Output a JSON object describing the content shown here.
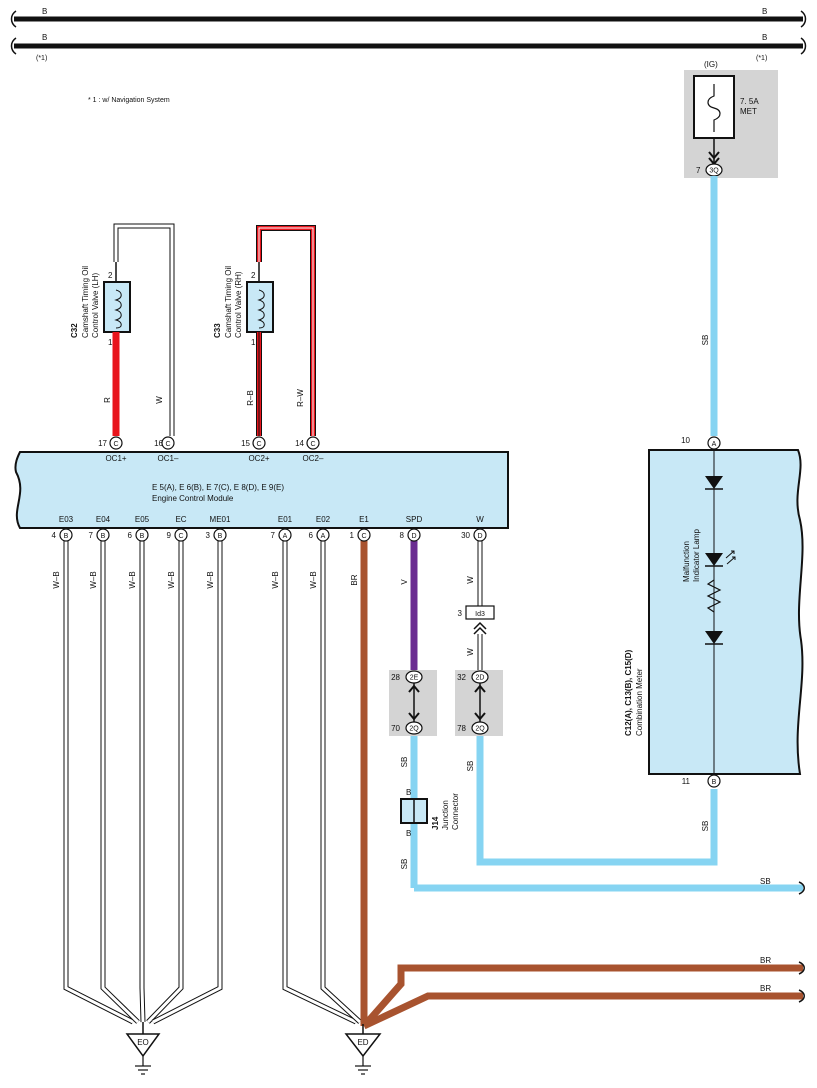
{
  "power": {
    "bus_label": "B",
    "note_mark": "(*1)",
    "note": "* 1 : w/ Navigation System"
  },
  "fuse": {
    "supply": "(IG)",
    "rating": "7. 5A",
    "name": "MET",
    "pin": "7",
    "connector": "3Q"
  },
  "valves": [
    {
      "code": "C32",
      "name_line1": "Camshaft Timing Oil",
      "name_line2": "Control Valve (LH)",
      "pin_top": "2",
      "pin_bottom": "1",
      "wire_left": "R",
      "wire_right": "W"
    },
    {
      "code": "C33",
      "name_line1": "Camshaft Timing Oil",
      "name_line2": "Control Valve (RH)",
      "pin_top": "2",
      "pin_bottom": "1",
      "wire_left": "R–B",
      "wire_right": "R–W"
    }
  ],
  "ecm": {
    "connectors": "E 5(A), E 6(B), E 7(C), E 8(D), E 9(E)",
    "name": "Engine Control Module",
    "top_pins": [
      {
        "num": "17",
        "conn": "C",
        "label": "OC1+"
      },
      {
        "num": "16",
        "conn": "C",
        "label": "OC1–"
      },
      {
        "num": "15",
        "conn": "C",
        "label": "OC2+"
      },
      {
        "num": "14",
        "conn": "C",
        "label": "OC2–"
      }
    ],
    "bottom_pins": [
      {
        "num": "4",
        "conn": "B",
        "label": "E03",
        "wire": "W–B"
      },
      {
        "num": "7",
        "conn": "B",
        "label": "E04",
        "wire": "W–B"
      },
      {
        "num": "6",
        "conn": "B",
        "label": "E05",
        "wire": "W–B"
      },
      {
        "num": "9",
        "conn": "C",
        "label": "EC",
        "wire": "W–B"
      },
      {
        "num": "3",
        "conn": "B",
        "label": "ME01",
        "wire": "W–B"
      },
      {
        "num": "7",
        "conn": "A",
        "label": "E01",
        "wire": "W–B"
      },
      {
        "num": "6",
        "conn": "A",
        "label": "E02",
        "wire": "W–B"
      },
      {
        "num": "1",
        "conn": "C",
        "label": "E1",
        "wire": "BR"
      },
      {
        "num": "8",
        "conn": "D",
        "label": "SPD",
        "wire": "V"
      },
      {
        "num": "30",
        "conn": "D",
        "label": "W",
        "wire": "W"
      }
    ]
  },
  "junction": {
    "id_pin": "3",
    "id_name": "Id3",
    "spd": {
      "top_num": "28",
      "top_conn": "2E",
      "bottom_num": "70",
      "bottom_conn": "2Q",
      "wire_mid": "V",
      "wire_out": "SB"
    },
    "w": {
      "top_num": "32",
      "top_conn": "2D",
      "bottom_num": "78",
      "bottom_conn": "2Q",
      "wire_mid": "W",
      "wire_out": "SB"
    },
    "j14": {
      "code": "J14",
      "name_line1": "Junction",
      "name_line2": "Connector",
      "pin": "B",
      "wire": "SB"
    }
  },
  "meter": {
    "code": "C12(A), C13(B), C15(D)",
    "name": "Combination Meter",
    "lamp": "Malfunction Indicator Lamp",
    "lamp_line1": "Malfunction",
    "lamp_line2": "Indicator Lamp",
    "pin_top_num": "10",
    "pin_top_conn": "A",
    "pin_bottom_num": "11",
    "pin_bottom_conn": "B",
    "wire_in": "SB",
    "wire_out": "SB"
  },
  "outputs": {
    "sb": "SB",
    "br1": "BR",
    "br2": "BR"
  },
  "grounds": {
    "eo": "EO",
    "ed": "ED"
  },
  "colors": {
    "red": "#e8141c",
    "brown": "#a8532f",
    "sky": "#86d4f2",
    "purple": "#6a2c91",
    "ecm_fill": "#c8e8f6",
    "gray_box": "#d4d4d4"
  }
}
